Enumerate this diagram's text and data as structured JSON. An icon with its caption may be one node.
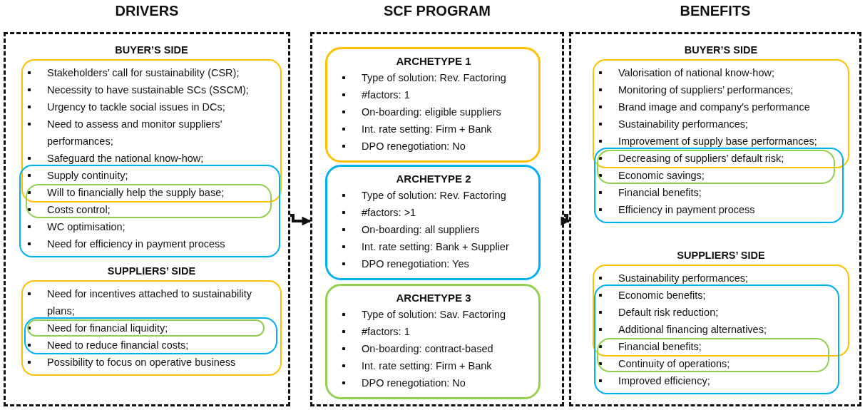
{
  "diagram": {
    "nodes": [
      {
        "text": [
          "DRIVERS",
          "BUYER’S SIDE",
          "SUPPLIERS’ SIDE"
        ]
      },
      {
        "text": [],
        "shape": "box",
        "in": 0
      },
      {
        "text": [],
        "shape": "box",
        "in": 0
      },
      {
        "text": [],
        "shape": "box",
        "in": 2
      },
      {
        "text": [],
        "shape": "box",
        "in": 0
      },
      {
        "text": [],
        "shape": "box",
        "in": 4
      },
      {
        "text": [],
        "shape": "box",
        "in": 5
      },
      {
        "text": [
          "SCF PROGRAM"
        ]
      },
      {
        "text": [
          "ARCHETYPE 1",
          "Type of solution: Rev. Factoring",
          "#factors: 1",
          "On-boarding: eligible suppliers",
          "Int. rate setting: Firm + Bank",
          "DPO renegotiation: No"
        ],
        "in": 7
      },
      {
        "text": [
          "ARCHETYPE 2",
          "Type of solution: Rev. Factoring",
          "#factors: >1",
          "On-boarding: all suppliers",
          "Int. rate setting: Bank + Supplier",
          "DPO renegotiation: Yes"
        ],
        "in": 7
      },
      {
        "text": [
          "ARCHETYPE 3",
          "Type of solution: Sav. Factoring",
          "#factors: 1",
          "On-boarding: contract-based",
          "Int. rate setting: Firm + Bank",
          "DPO renegotiation: No"
        ],
        "in": 7
      },
      {
        "text": [
          "BENEFITS",
          "BUYER’S SIDE",
          "SUPPLIERS’ SIDE"
        ]
      },
      {
        "text": [],
        "shape": "box",
        "in": 11
      },
      {
        "text": [],
        "shape": "box",
        "in": 11
      },
      {
        "text": [],
        "shape": "box",
        "in": 13
      },
      {
        "text": [],
        "shape": "box",
        "in": 11
      },
      {
        "text": [],
        "shape": "box",
        "in": 11
      },
      {
        "text": [],
        "shape": "box",
        "in": 16
      }
    ],
    "edges": [
      {
        "from": 0,
        "to": 7,
        "arrow": "to"
      },
      {
        "from": 7,
        "to": 11,
        "arrow": "to"
      }
    ],
    "labels": [
      "Stakeholders’ call for sustainability (CSR);",
      "Necessity to have sustainable SCs (SSCM);",
      "Urgency to tackle social issues in DCs;",
      "Need to assess and monitor suppliers’ performances;",
      "Safeguard the national know-how;",
      "Supply continuity;",
      "Will to financially help the supply base;",
      "Costs control;",
      "WC optimisation;",
      "Need for efficiency in payment process",
      "Need for incentives attached to sustainability plans;",
      "Need for financial liquidity;",
      "Need to reduce financial costs;",
      "Possibility to focus on operative business",
      "Valorisation of national know-how;",
      "Monitoring of suppliers’ performances;",
      "Brand image and company's performance",
      "Sustainability performances;",
      "Improvement of supply base performances;",
      "Decreasing of suppliers’ default risk;",
      "Economic savings;",
      "Financial benefits;",
      "Efficiency in payment process",
      "Sustainability performances;",
      "Economic benefits;",
      "Default risk reduction;",
      "Additional financing alternatives;",
      "Financial benefits;",
      "Continuity of operations;",
      "Improved efficiency;"
    ]
  }
}
